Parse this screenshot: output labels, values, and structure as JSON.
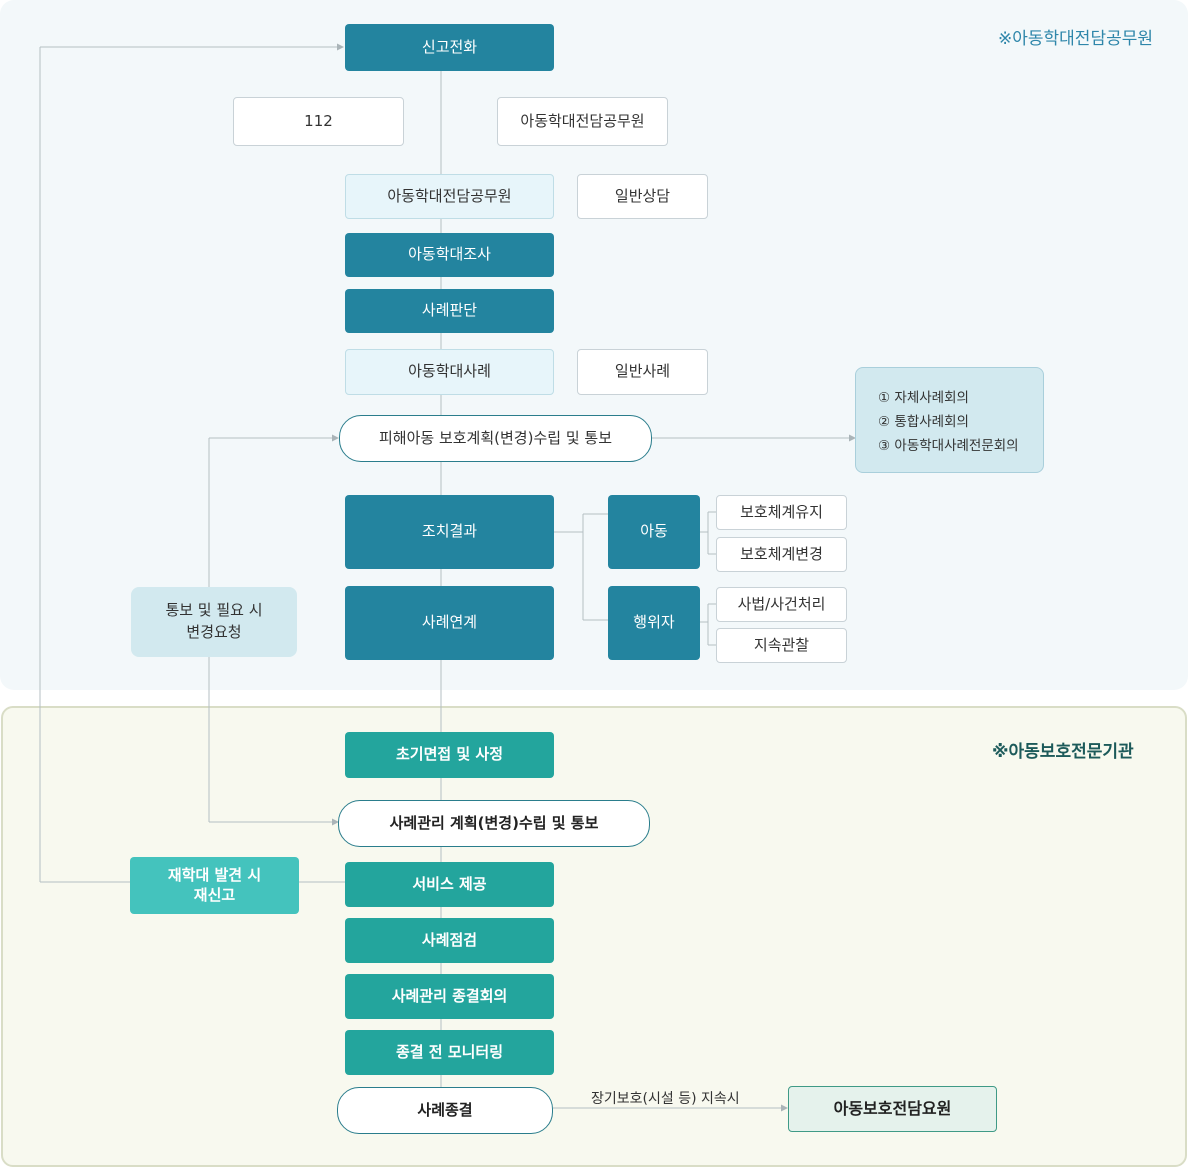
{
  "sections": {
    "top_label": "※아동학대전담공무원",
    "bottom_label": "※아동보호전문기관"
  },
  "nodes": {
    "report_call": "신고전화",
    "n112": "112",
    "official_1": "아동학대전담공무원",
    "official_2": "아동학대전담공무원",
    "general_counsel": "일반상담",
    "investigation": "아동학대조사",
    "case_judgment": "사례판단",
    "abuse_case": "아동학대사례",
    "general_case": "일반사례",
    "protection_plan": "피해아동 보호계획(변경)수립 및 통보",
    "action_result": "조치결과",
    "case_link": "사례연계",
    "child": "아동",
    "perpetrator": "행위자",
    "keep_system": "보호체계유지",
    "change_system": "보호체계변경",
    "judicial": "사법/사건처리",
    "observation": "지속관찰",
    "notify_request": "통보 및 필요 시\n변경요청",
    "initial_interview": "초기면접 및 사정",
    "case_mgmt_plan": "사례관리 계획(변경)수립 및 통보",
    "service": "서비스 제공",
    "case_check": "사례점검",
    "closing_meeting": "사례관리 종결회의",
    "monitoring": "종결 전 모니터링",
    "case_close": "사례종결",
    "re_report": "재학대 발견 시\n재신고",
    "child_protection_staff": "아동보호전담요원"
  },
  "conferences": [
    "① 자체사례회의",
    "② 통합사례회의",
    "③ 아동학대사례전문회의"
  ],
  "edge_labels": {
    "long_term": "장기보호(시설 등) 지속시"
  },
  "colors": {
    "primary": "#23849f",
    "teal": "#23a59d",
    "teal_light": "#44c3bd",
    "note": "#d2e9ef"
  }
}
